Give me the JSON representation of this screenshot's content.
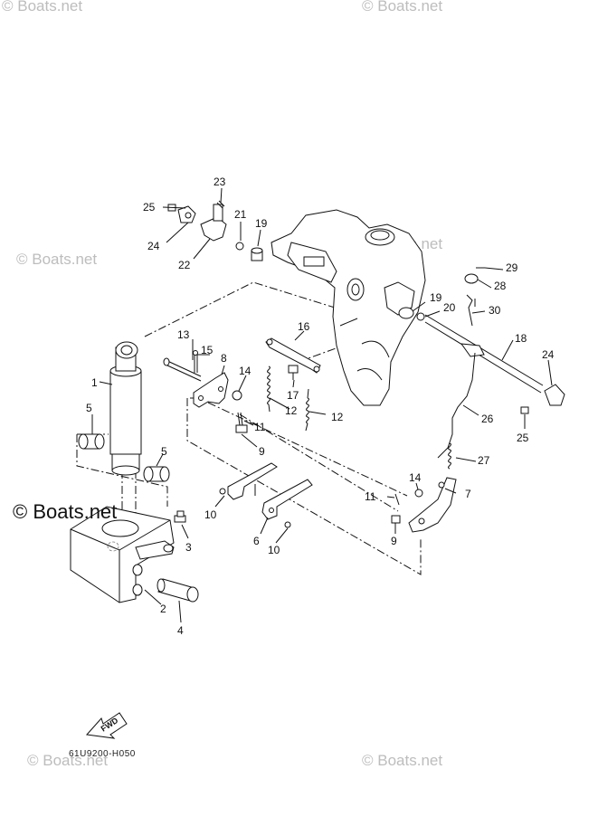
{
  "watermarks": {
    "top_left": "© Boats.net",
    "top_right": "© Boats.net",
    "mid_left": "© Boats.net",
    "mid_right": "© Boats.net",
    "overlay": "© Boats.net",
    "bottom_left": "© Boats.net",
    "bottom_right": "© Boats.net"
  },
  "fwd_label": "FWD",
  "diagram_code": "61U9200-H050",
  "callouts": {
    "c1": "1",
    "c2": "2",
    "c3": "3",
    "c4": "4",
    "c5a": "5",
    "c5b": "5",
    "c6": "6",
    "c7": "7",
    "c8": "8",
    "c9a": "9",
    "c9b": "9",
    "c10a": "10",
    "c10b": "10",
    "c11a": "11",
    "c11b": "11",
    "c12a": "12",
    "c12b": "12",
    "c13": "13",
    "c14a": "14",
    "c14b": "14",
    "c15": "15",
    "c16": "16",
    "c17": "17",
    "c18": "18",
    "c19a": "19",
    "c19b": "19",
    "c20": "20",
    "c21": "21",
    "c22": "22",
    "c23": "23",
    "c24a": "24",
    "c24b": "24",
    "c25a": "25",
    "c25b": "25",
    "c26": "26",
    "c27": "27",
    "c28": "28",
    "c29": "29",
    "c30": "30"
  }
}
